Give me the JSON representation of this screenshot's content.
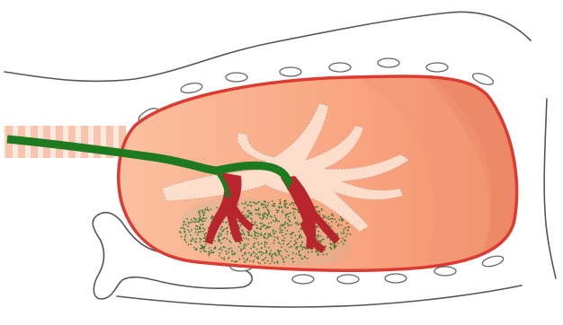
{
  "figure": {
    "title": "",
    "labels": [],
    "parts": [
      "body-outline-icon",
      "rib-cross-section-icon",
      "lung-lobe",
      "airway-branches",
      "trachea-cartilage-rings",
      "green-cannula-tube",
      "red-bronchial-branches",
      "stippled-deposit-region",
      "limb-outline-icon"
    ]
  },
  "colors": {
    "outline": "#555555",
    "lung_fill_light": "#fbc7a7",
    "lung_fill_mid": "#f8a37e",
    "lung_fill_dark": "#ee8a66",
    "lung_border": "#dc3b32",
    "airway": "#fde0cf",
    "trachea_ring": "#f7c4ae",
    "trachea_gap": "#fde9dd",
    "tube": "#1e7a1e",
    "bronchi": "#b8252c",
    "stipple": "#3a7a34"
  }
}
